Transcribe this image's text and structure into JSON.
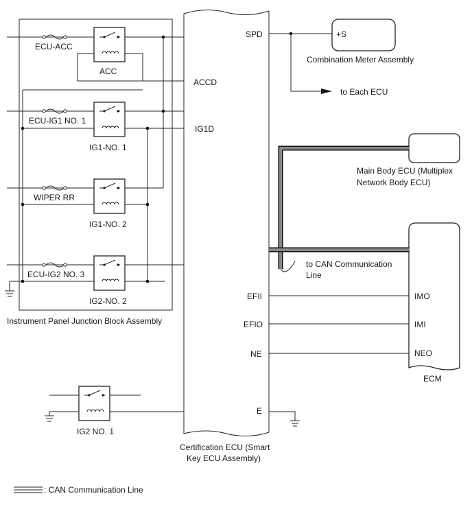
{
  "labels": {
    "ecu_acc": "ECU-ACC",
    "acc": "ACC",
    "accd": "ACCD",
    "ecu_ig1": "ECU-IG1 NO. 1",
    "ig1_no1": "IG1-NO. 1",
    "ig1d": "IG1D",
    "wiper": "WIPER RR",
    "ig1_no2": "IG1-NO. 2",
    "ecu_ig2": "ECU-IG2 NO. 3",
    "ig2_no2": "IG2-NO. 2",
    "junction": "Instrument Panel Junction Block Assembly",
    "ig2_no1": "IG2 NO. 1",
    "spd": "SPD",
    "plus_s": "+S",
    "combo_meter": "Combination Meter Assembly",
    "to_each_ecu": "to Each ECU",
    "main_body_1": "Main Body ECU (Multiplex",
    "main_body_2": "Network Body ECU)",
    "to_can_1": "to CAN Communication",
    "to_can_2": "Line",
    "efii": "EFII",
    "efio": "EFIO",
    "ne": "NE",
    "e": "E",
    "imo": "IMO",
    "imi": "IMI",
    "neo": "NEO",
    "ecm": "ECM",
    "cert_1": "Certification ECU (Smart",
    "cert_2": "Key ECU Assembly)",
    "legend": ": CAN Communication Line"
  }
}
